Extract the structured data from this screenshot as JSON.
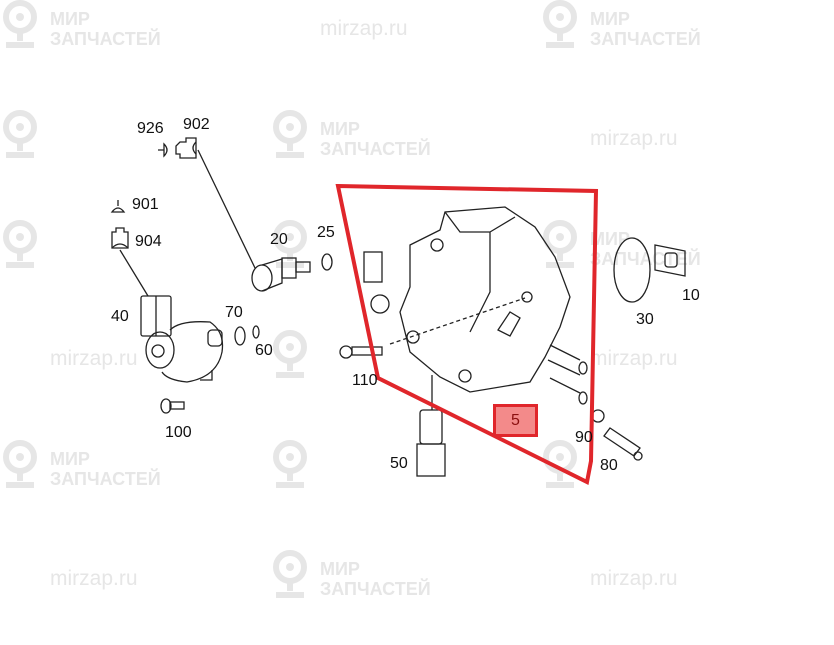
{
  "watermark": {
    "line1": "МИР",
    "line2": "ЗАПЧАСТЕЙ",
    "url": "mirzap.ru"
  },
  "parts": {
    "p926": "926",
    "p902": "902",
    "p901": "901",
    "p904": "904",
    "p40": "40",
    "p20": "20",
    "p25": "25",
    "p70": "70",
    "p60": "60",
    "p100": "100",
    "p110": "110",
    "p50": "50",
    "p30": "30",
    "p10": "10",
    "p90": "90",
    "p80": "80"
  },
  "highlight": {
    "label": "5",
    "color": "#e0262b"
  }
}
